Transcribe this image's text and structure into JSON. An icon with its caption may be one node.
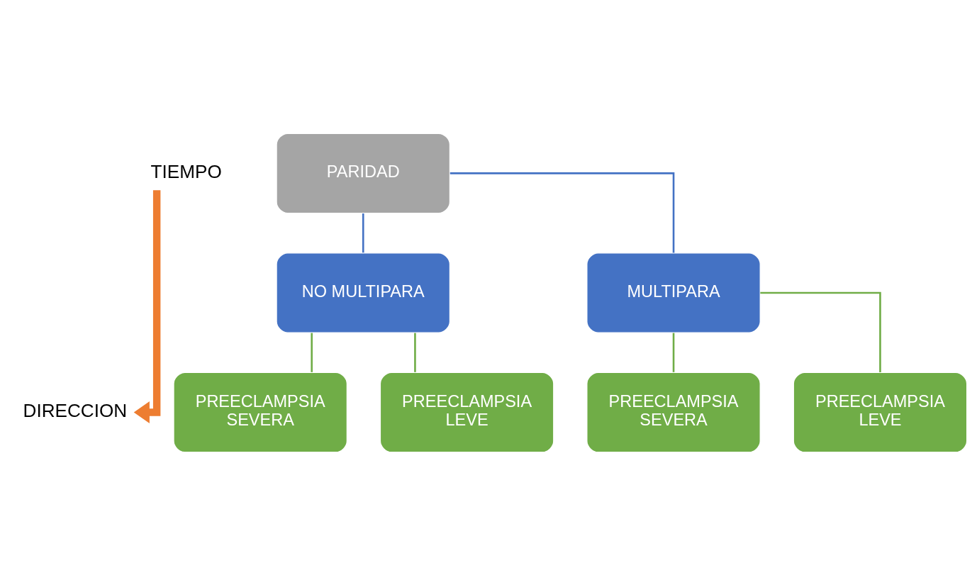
{
  "diagram": {
    "nodes": [
      {
        "text": [
          "PARIDAD"
        ]
      },
      {
        "text": [
          "MULTIPARA"
        ]
      },
      {
        "text": [
          "NO MULTIPARA"
        ]
      },
      {
        "text": [
          "PREECLAMPSIA LEVE"
        ]
      },
      {
        "text": [
          "PREECLAMPSIA SEVERA"
        ]
      },
      {
        "text": [
          "PREECLAMPSIA LEVE"
        ]
      },
      {
        "text": [
          "PREECLAMPSIA SEVERA"
        ]
      }
    ],
    "edges": [
      {
        "from": 0,
        "to": 1,
        "arrow": "none",
        "color": "#4472c4"
      },
      {
        "from": 0,
        "to": 2,
        "arrow": "none",
        "color": "#4472c4"
      },
      {
        "from": 1,
        "to": 3,
        "arrow": "none"
      },
      {
        "from": 1,
        "to": 4,
        "arrow": "none"
      },
      {
        "from": 2,
        "to": 5,
        "arrow": "none"
      },
      {
        "from": 2,
        "to": 6,
        "arrow": "none"
      }
    ],
    "labels": [
      "TIEMPO",
      "DIRECCION"
    ]
  }
}
